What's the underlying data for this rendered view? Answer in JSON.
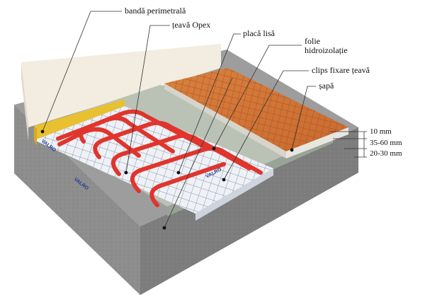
{
  "labels": {
    "perimeter_strip": "bandă perimetrală",
    "pipe": "țeavă Opex",
    "smooth_board": "placă lisă",
    "membrane_line1": "folie",
    "membrane_line2": "hidroizolație",
    "pipe_clips": "clips fixare țeavă",
    "screed": "șapă"
  },
  "dimensions": {
    "tile_layer": "10 mm",
    "screed_layer": "35-60 mm",
    "base_layer": "20-30 mm"
  },
  "board_print": "VALRO",
  "colors": {
    "pipe": "#e0352d",
    "tile": "#cf7438",
    "concrete": "#8b8b8b",
    "screed": "#b9c2b5",
    "insulation": "#eef1f6",
    "perimeter_strip": "#e9c030",
    "wall": "#f3ece0"
  }
}
